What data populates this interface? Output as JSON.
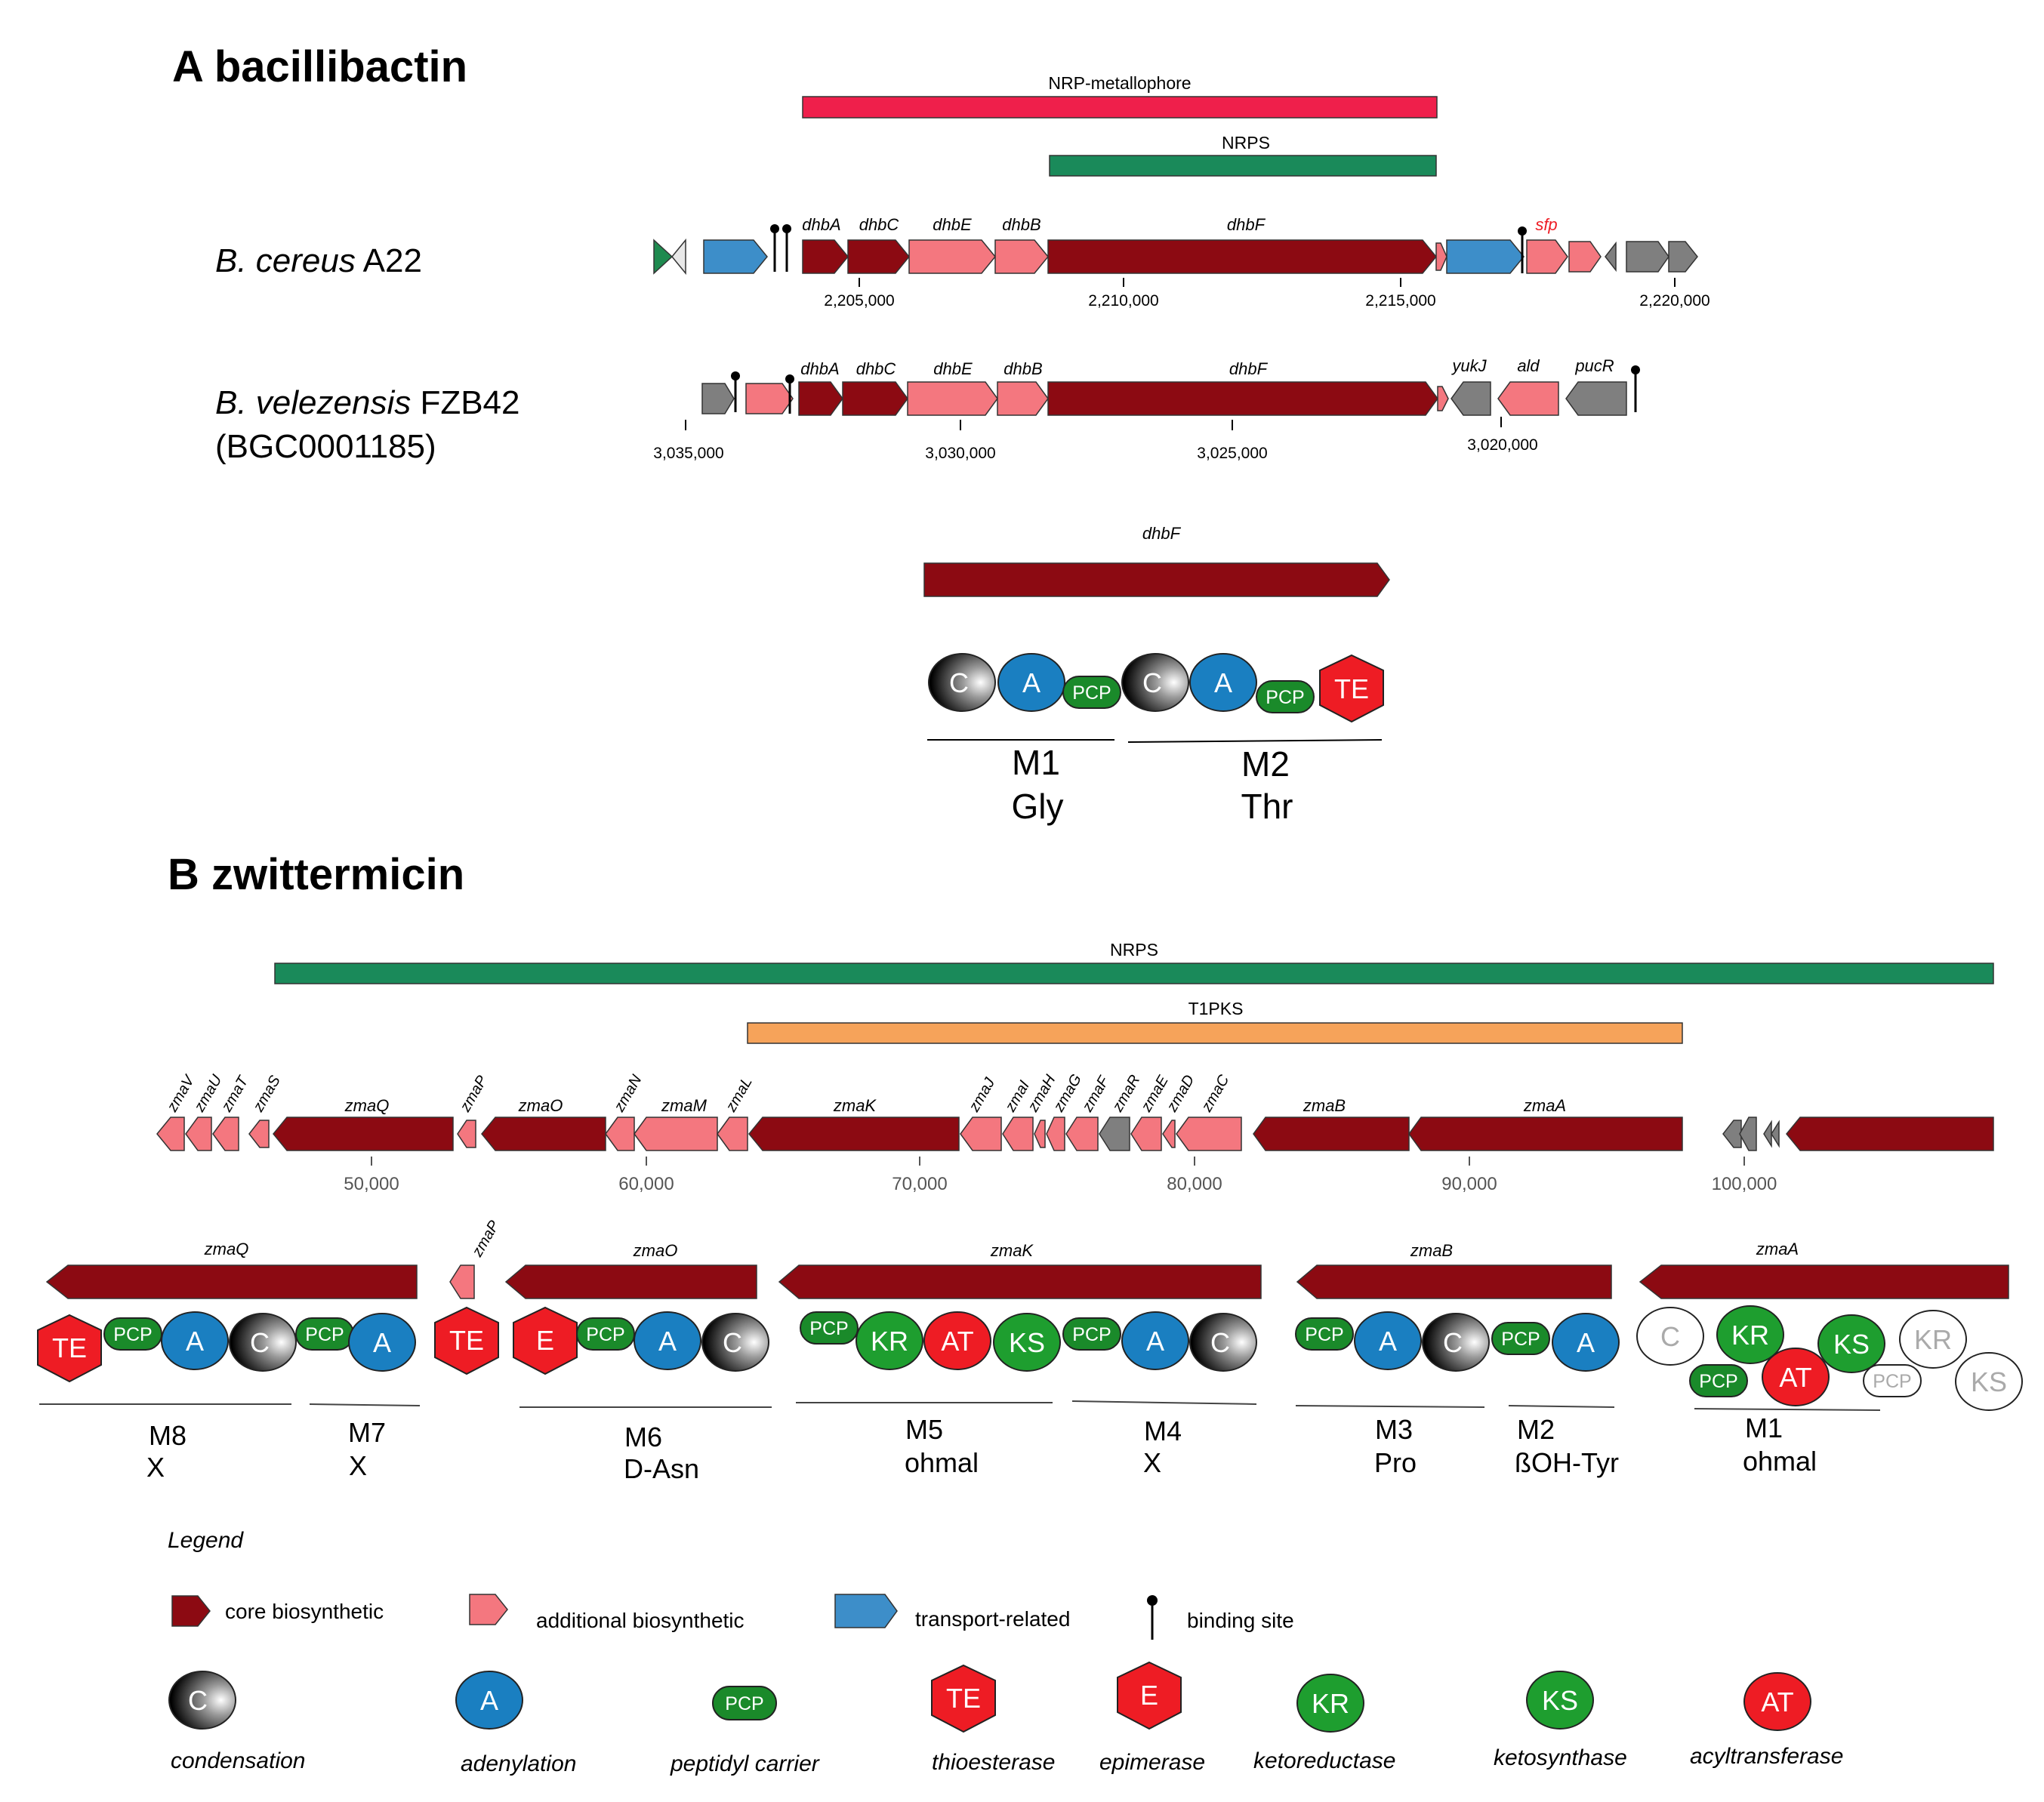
{
  "colors": {
    "core": "#8c0a12",
    "additional": "#f4777f",
    "transport": "#3d8ec9",
    "other": "#7f7f7f",
    "regulatory": "#1e8a4f",
    "metallophore_bar": "#ef1f4b",
    "nrps_bar": "#1a8a5a",
    "t1pks_bar": "#f6a35a",
    "A_domain": "#1a7fc1",
    "PCP_domain": "#1a8a2a",
    "TE_domain": "#ee1c24",
    "KR_domain": "#1e9e2f",
    "KS_domain": "#1e9e2f",
    "AT_domain": "#ee1c24"
  },
  "sectionA": {
    "title": "A  bacillibactin",
    "bar_metallophore": "NRP-metallophore",
    "bar_nrps": "NRPS",
    "org1": {
      "italic": "B. cereus",
      "rest": " A22"
    },
    "org2": {
      "italic": "B. velezensis",
      "rest": " FZB42",
      "line2": "(BGC0001185)"
    },
    "genes1": {
      "dhbA": "dhbA",
      "dhbC": "dhbC",
      "dhbE": "dhbE",
      "dhbB": "dhbB",
      "dhbF": "dhbF",
      "sfp": "sfp"
    },
    "ticks1": [
      "2,205,000",
      "2,210,000",
      "2,215,000",
      "2,220,000"
    ],
    "genes2": {
      "dhbA": "dhbA",
      "dhbC": "dhbC",
      "dhbE": "dhbE",
      "dhbB": "dhbB",
      "dhbF": "dhbF",
      "yukJ": "yukJ",
      "ald": "ald",
      "pucR": "pucR"
    },
    "ticks2": [
      "3,035,000",
      "3,030,000",
      "3,025,000",
      "3,020,000"
    ],
    "detail_gene": "dhbF",
    "domains": [
      "C",
      "A",
      "PCP",
      "C",
      "A",
      "PCP",
      "TE"
    ],
    "modules": [
      {
        "name": "M1",
        "substrate": "Gly"
      },
      {
        "name": "M2",
        "substrate": "Thr"
      }
    ]
  },
  "sectionB": {
    "title": "B zwittermicin",
    "bar_nrps": "NRPS",
    "bar_t1pks": "T1PKS",
    "genes": [
      "zmaV",
      "zmaU",
      "zmaT",
      "zmaS",
      "zmaQ",
      "zmaP",
      "zmaO",
      "zmaN",
      "zmaM",
      "zmaL",
      "zmaK",
      "zmaJ",
      "zmaI",
      "zmaH",
      "zmaG",
      "zmaF",
      "zmaR",
      "zmaE",
      "zmaD",
      "zmaC",
      "zmaB",
      "zmaA"
    ],
    "ticks": [
      "50,000",
      "60,000",
      "70,000",
      "80,000",
      "90,000",
      "100,000"
    ],
    "detail_genes": [
      "zmaQ",
      "zmaP",
      "zmaO",
      "zmaK",
      "zmaB",
      "zmaA"
    ],
    "domains_zmaQ": [
      "TE",
      "PCP",
      "A",
      "C",
      "PCP",
      "A"
    ],
    "domains_zmaP": [
      "TE"
    ],
    "domains_zmaO": [
      "E",
      "PCP",
      "A",
      "C"
    ],
    "domains_zmaK": [
      "PCP",
      "KR",
      "AT",
      "KS",
      "PCP",
      "A",
      "C"
    ],
    "domains_zmaB": [
      "PCP",
      "A",
      "C",
      "PCP",
      "A"
    ],
    "domains_zmaA": [
      "C",
      "KR",
      "KS",
      "KR",
      "PCP",
      "AT",
      "PCP",
      "KS"
    ],
    "modules": [
      {
        "name": "M8",
        "substrate": "X"
      },
      {
        "name": "M7",
        "substrate": "X"
      },
      {
        "name": "M6",
        "substrate": "D-Asn"
      },
      {
        "name": "M5",
        "substrate": "ohmal"
      },
      {
        "name": "M4",
        "substrate": "X"
      },
      {
        "name": "M3",
        "substrate": "Pro"
      },
      {
        "name": "M2",
        "substrate": "ßOH-Tyr"
      },
      {
        "name": "M1",
        "substrate": "ohmal"
      }
    ]
  },
  "legend": {
    "title": "Legend",
    "core": "core biosynthetic",
    "additional": "additional biosynthetic",
    "transport": "transport-related",
    "binding": "binding site",
    "domains": [
      {
        "symbol": "C",
        "label": "condensation"
      },
      {
        "symbol": "A",
        "label": "adenylation"
      },
      {
        "symbol": "PCP",
        "label": "peptidyl carrier"
      },
      {
        "symbol": "TE",
        "label": "thioesterase"
      },
      {
        "symbol": "E",
        "label": "epimerase"
      },
      {
        "symbol": "KR",
        "label": "ketoreductase"
      },
      {
        "symbol": "KS",
        "label": "ketosynthase"
      },
      {
        "symbol": "AT",
        "label": "acyltransferase"
      }
    ]
  }
}
